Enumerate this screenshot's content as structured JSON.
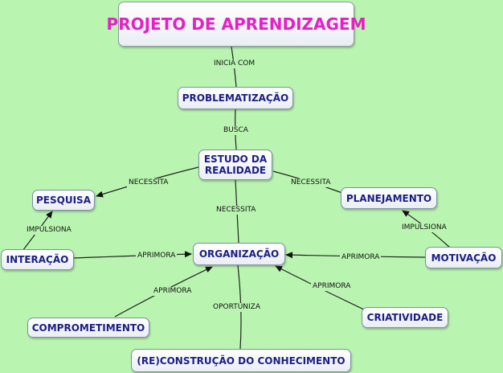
{
  "diagram": {
    "title": "PROJETO DE APRENDIZAGEM",
    "nodes": {
      "problematizacao": "PROBLEMATIZAÇÃO",
      "estudo_line1": "ESTUDO DA",
      "estudo_line2": "REALIDADE",
      "pesquisa": "PESQUISA",
      "planejamento": "PLANEJAMENTO",
      "interacao": "INTERAÇÃO",
      "organizacao": "ORGANIZAÇÃO",
      "motivacao": "MOTIVAÇÃO",
      "comprometimento": "COMPROMETIMENTO",
      "criatividade": "CRIATIVIDADE",
      "reconstrucao": "(RE)CONSTRUÇÃO DO CONHECIMENTO"
    },
    "links": {
      "inicia_com": "INICIA COM",
      "busca": "BUSCA",
      "necessita_pesquisa": "NECESSITA",
      "necessita_planejamento": "NECESSITA",
      "necessita_organizacao": "NECESSITA",
      "impulsiona_pesquisa": "IMPULSIONA",
      "impulsiona_planejamento": "IMPULSIONA",
      "aprimora_interacao": "APRIMORA",
      "aprimora_motivacao": "APRIMORA",
      "aprimora_comprometimento": "APRIMORA",
      "aprimora_criatividade": "APRIMORA",
      "oportuniza": "OPORTUNIZA"
    },
    "colors": {
      "background": "#b9f5b0",
      "title": "#e61fc8",
      "node_text": "#1b1d84",
      "connector": "#111111"
    }
  }
}
